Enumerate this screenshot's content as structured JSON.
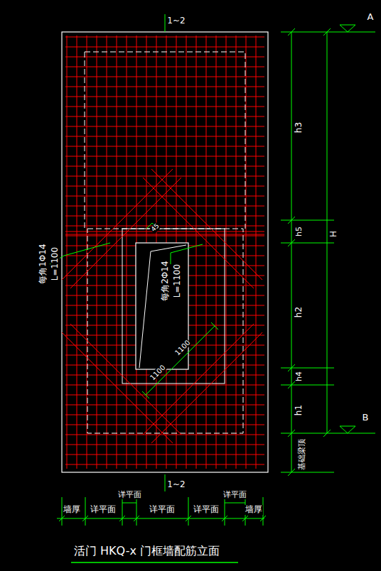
{
  "diagram": {
    "title": "活门 HKQ-x 门框墙配筋立面",
    "labels": [
      "1~2",
      "A",
      "h3",
      "h5",
      "h2",
      "h4",
      "h1",
      "H",
      "B",
      "每角1Φ14",
      "L=1100",
      "45",
      "每角2Φ14",
      "L=1100",
      "1100",
      "1100",
      "基础梁顶",
      "1~2",
      "墙厚",
      "详平面",
      "详平面",
      "详平面",
      "详平面",
      "详平面",
      "墙厚"
    ]
  }
}
